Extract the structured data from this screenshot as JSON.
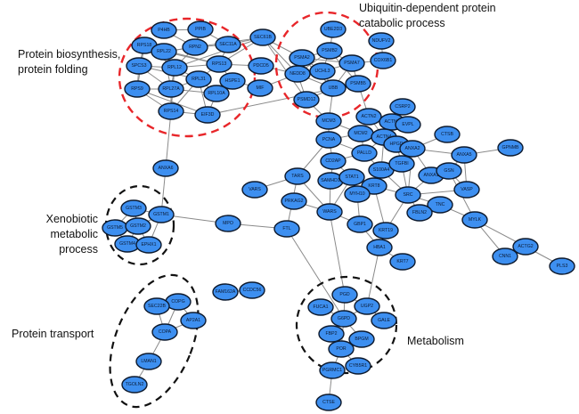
{
  "clusters": [
    {
      "id": "protein-biosynthesis",
      "label": "Protein biosynthesis,\nprotein folding",
      "color": "#e8262a"
    },
    {
      "id": "ubiquitin",
      "label": "Ubiquitin-dependent protein\ncatabolic process",
      "color": "#e8262a"
    },
    {
      "id": "xenobiotic",
      "label": "Xenobiotic metabolic\nprocess",
      "color": "#111111"
    },
    {
      "id": "protein-transport",
      "label": "Protein transport",
      "color": "#111111"
    },
    {
      "id": "metabolism",
      "label": "Metabolism",
      "color": "#111111"
    }
  ],
  "node_color": "#3d8ff0",
  "nodes": [
    "P4HB",
    "PPIB",
    "RPS18",
    "RPL22",
    "RPN2",
    "SEC11A",
    "SPCS3",
    "RPL12",
    "RPS13",
    "RPL31",
    "HSPE1",
    "RPS9",
    "RPL27A",
    "RPL10A",
    "RPS14",
    "EIF3D",
    "SEC61B",
    "PDCD5",
    "MIF",
    "UBE2D3",
    "PSMB2",
    "PSMA2",
    "NEDD8",
    "UCHL3",
    "PSMA7",
    "UBB",
    "PSMB5",
    "PSMD12",
    "NDUFV2",
    "COX6B1",
    "MCM3",
    "PCNA",
    "MCM2",
    "ACTN2",
    "ACTN1",
    "CSRP2",
    "EVPL",
    "ACTN4",
    "PALLD",
    "HPGD",
    "ANXA2",
    "CD2AP",
    "S100A4",
    "TGFBI",
    "TARS",
    "SAMHD1",
    "STAT1",
    "KRT8",
    "MYH10",
    "SRC",
    "CTSB",
    "ANXA5",
    "GPNMB",
    "ANXA1",
    "GSN",
    "VASP",
    "TNC",
    "FBLN2",
    "MYLK",
    "ACTG2",
    "CNN1",
    "PLS3",
    "VARS",
    "PRKAG2",
    "WARS",
    "GBP1",
    "KRT19",
    "HBA1",
    "KRT7",
    "FTL",
    "MPO",
    "ANXA6",
    "GSTM3",
    "GSTM1",
    "GSTM5",
    "GSTM2",
    "GSTM4",
    "EPHX1",
    "COPG",
    "SEC22B",
    "AP2A1",
    "COPA",
    "LMAN1",
    "TGOLN2",
    "FAM162A",
    "CCDC56",
    "PGD",
    "FUCA1",
    "UGP2",
    "G6PD",
    "GALE",
    "FBP2",
    "BPGM",
    "POR",
    "CYB5R1",
    "PGRMC1",
    "CTSE"
  ],
  "edges": [
    [
      "P4HB",
      "PPIB"
    ],
    [
      "P4HB",
      "RPN2"
    ],
    [
      "PPIB",
      "RPN2"
    ],
    [
      "PPIB",
      "SEC11A"
    ],
    [
      "RPS18",
      "RPL22"
    ],
    [
      "RPS18",
      "SPCS3"
    ],
    [
      "RPS18",
      "RPL12"
    ],
    [
      "RPS18",
      "RPS9"
    ],
    [
      "RPL22",
      "RPL12"
    ],
    [
      "RPL22",
      "RPN2"
    ],
    [
      "RPL22",
      "RPL27A"
    ],
    [
      "RPL22",
      "RPS13"
    ],
    [
      "RPN2",
      "SEC11A"
    ],
    [
      "RPN2",
      "RPL12"
    ],
    [
      "SEC11A",
      "RPS13"
    ],
    [
      "SEC11A",
      "SEC61B"
    ],
    [
      "SPCS3",
      "RPL12"
    ],
    [
      "SPCS3",
      "RPS9"
    ],
    [
      "SPCS3",
      "RPL27A"
    ],
    [
      "RPL12",
      "RPS13"
    ],
    [
      "RPL12",
      "RPL31"
    ],
    [
      "RPL12",
      "RPL27A"
    ],
    [
      "RPL12",
      "RPS14"
    ],
    [
      "RPS13",
      "RPL31"
    ],
    [
      "RPS13",
      "HSPE1"
    ],
    [
      "RPS13",
      "SEC61B"
    ],
    [
      "RPL31",
      "RPL10A"
    ],
    [
      "RPL31",
      "RPL27A"
    ],
    [
      "RPL31",
      "EIF3D"
    ],
    [
      "RPS9",
      "RPL27A"
    ],
    [
      "RPS9",
      "RPS14"
    ],
    [
      "RPL27A",
      "RPS14"
    ],
    [
      "RPL27A",
      "RPL10A"
    ],
    [
      "RPL10A",
      "EIF3D"
    ],
    [
      "RPS14",
      "EIF3D"
    ],
    [
      "RPS14",
      "RPL31"
    ],
    [
      "HSPE1",
      "RPL10A"
    ],
    [
      "RPS18",
      "RPS13"
    ],
    [
      "SPCS3",
      "RPL31"
    ],
    [
      "RPS9",
      "EIF3D"
    ],
    [
      "SEC61B",
      "PSMA2"
    ],
    [
      "SEC61B",
      "NEDD8"
    ],
    [
      "SEC61B",
      "PSMD12"
    ],
    [
      "SEC61B",
      "RPL12"
    ],
    [
      "SEC61B",
      "RPL22"
    ],
    [
      "PDCD5",
      "NEDD8"
    ],
    [
      "PDCD5",
      "RPS13"
    ],
    [
      "MIF",
      "NEDD8"
    ],
    [
      "MIF",
      "HSPE1"
    ],
    [
      "UBE2D3",
      "PSMB2"
    ],
    [
      "PSMB2",
      "PSMA2"
    ],
    [
      "PSMB2",
      "PSMA7"
    ],
    [
      "PSMB2",
      "UCHL3"
    ],
    [
      "PSMB2",
      "NEDD8"
    ],
    [
      "PSMA2",
      "NEDD8"
    ],
    [
      "PSMA2",
      "UCHL3"
    ],
    [
      "PSMA2",
      "UBB"
    ],
    [
      "PSMA2",
      "PSMA7"
    ],
    [
      "NEDD8",
      "UCHL3"
    ],
    [
      "NEDD8",
      "UBB"
    ],
    [
      "NEDD8",
      "PSMD12"
    ],
    [
      "UCHL3",
      "UBB"
    ],
    [
      "UCHL3",
      "PSMA7"
    ],
    [
      "PSMA7",
      "PSMB5"
    ],
    [
      "PSMA7",
      "UBB"
    ],
    [
      "UBB",
      "PSMB5"
    ],
    [
      "UBB",
      "PSMD12"
    ],
    [
      "PSMA7",
      "COX6B1"
    ],
    [
      "NDUFV2",
      "COX6B1"
    ],
    [
      "PSMB5",
      "ACTN2"
    ],
    [
      "PSMB5",
      "PSMB2"
    ],
    [
      "EIF3D",
      "PSMB5"
    ],
    [
      "PSMD12",
      "MCM3"
    ],
    [
      "UBB",
      "MCM3"
    ],
    [
      "MCM3",
      "PCNA"
    ],
    [
      "MCM3",
      "MCM2"
    ],
    [
      "PCNA",
      "MCM2"
    ],
    [
      "PCNA",
      "CD2AP"
    ],
    [
      "PCNA",
      "TARS"
    ],
    [
      "PCNA",
      "PALLD"
    ],
    [
      "MCM2",
      "PALLD"
    ],
    [
      "ACTN2",
      "ACTN1"
    ],
    [
      "ACTN2",
      "ACTN4"
    ],
    [
      "ACTN1",
      "ACTN4"
    ],
    [
      "ACTN1",
      "CSRP2"
    ],
    [
      "ACTN1",
      "EVPL"
    ],
    [
      "ACTN4",
      "PALLD"
    ],
    [
      "ACTN4",
      "HPGD"
    ],
    [
      "ACTN4",
      "S100A4"
    ],
    [
      "PALLD",
      "S100A4"
    ],
    [
      "PALLD",
      "CD2AP"
    ],
    [
      "HPGD",
      "ANXA2"
    ],
    [
      "HPGD",
      "TGFBI"
    ],
    [
      "ANXA2",
      "CTSB"
    ],
    [
      "ANXA2",
      "ANXA5"
    ],
    [
      "ANXA2",
      "ANXA1"
    ],
    [
      "ANXA2",
      "SRC"
    ],
    [
      "ANXA2",
      "TGFBI"
    ],
    [
      "ANXA5",
      "GPNMB"
    ],
    [
      "ANXA5",
      "GSN"
    ],
    [
      "ANXA5",
      "VASP"
    ],
    [
      "ANXA1",
      "GSN"
    ],
    [
      "ANXA1",
      "SRC"
    ],
    [
      "GSN",
      "VASP"
    ],
    [
      "GSN",
      "MYLK"
    ],
    [
      "SRC",
      "VASP"
    ],
    [
      "SRC",
      "TNC"
    ],
    [
      "SRC",
      "FBLN2"
    ],
    [
      "SRC",
      "KRT8"
    ],
    [
      "SRC",
      "S100A4"
    ],
    [
      "SRC",
      "KRT19"
    ],
    [
      "TGFBI",
      "SRC"
    ],
    [
      "S100A4",
      "KRT8"
    ],
    [
      "KRT8",
      "KRT19"
    ],
    [
      "MYLK",
      "ACTG2"
    ],
    [
      "MYLK",
      "CNN1"
    ],
    [
      "ACTG2",
      "PLS3"
    ],
    [
      "ACTG2",
      "CNN1"
    ],
    [
      "TNC",
      "MYLK"
    ],
    [
      "CD2AP",
      "STAT1"
    ],
    [
      "CD2AP",
      "SAMHD1"
    ],
    [
      "STAT1",
      "WARS"
    ],
    [
      "STAT1",
      "MYH10"
    ],
    [
      "SAMHD1",
      "WARS"
    ],
    [
      "TARS",
      "VARS"
    ],
    [
      "TARS",
      "WARS"
    ],
    [
      "TARS",
      "FTL"
    ],
    [
      "PRKAG2",
      "WARS"
    ],
    [
      "WARS",
      "GBP1"
    ],
    [
      "WARS",
      "PGD"
    ],
    [
      "MYH10",
      "GBP1"
    ],
    [
      "GBP1",
      "HBA1"
    ],
    [
      "KRT19",
      "HBA1"
    ],
    [
      "HBA1",
      "KRT7"
    ],
    [
      "HBA1",
      "UGP2"
    ],
    [
      "FTL",
      "MPO"
    ],
    [
      "FTL",
      "G6PD"
    ],
    [
      "MPO",
      "GSTM1"
    ],
    [
      "ANXA6",
      "GSTM1"
    ],
    [
      "ANXA6",
      "RPS14"
    ],
    [
      "GSTM3",
      "GSTM1"
    ],
    [
      "GSTM3",
      "GSTM2"
    ],
    [
      "GSTM3",
      "GSTM5"
    ],
    [
      "GSTM1",
      "GSTM2"
    ],
    [
      "GSTM1",
      "EPHX1"
    ],
    [
      "GSTM5",
      "GSTM2"
    ],
    [
      "GSTM5",
      "GSTM4"
    ],
    [
      "GSTM2",
      "GSTM4"
    ],
    [
      "GSTM2",
      "EPHX1"
    ],
    [
      "GSTM4",
      "EPHX1"
    ],
    [
      "COPG",
      "SEC22B"
    ],
    [
      "COPG",
      "AP2A1"
    ],
    [
      "COPG",
      "COPA"
    ],
    [
      "SEC22B",
      "COPA"
    ],
    [
      "AP2A1",
      "COPA"
    ],
    [
      "COPA",
      "LMAN1"
    ],
    [
      "LMAN1",
      "TGOLN2"
    ],
    [
      "FAM162A",
      "CCDC56"
    ],
    [
      "PGD",
      "G6PD"
    ],
    [
      "PGD",
      "UGP2"
    ],
    [
      "FUCA1",
      "G6PD"
    ],
    [
      "UGP2",
      "G6PD"
    ],
    [
      "UGP2",
      "GALE"
    ],
    [
      "G6PD",
      "FBP2"
    ],
    [
      "G6PD",
      "BPGM"
    ],
    [
      "G6PD",
      "POR"
    ],
    [
      "POR",
      "CYB5R1"
    ],
    [
      "POR",
      "PGRMC1"
    ],
    [
      "PGRMC1",
      "CTSE"
    ]
  ]
}
